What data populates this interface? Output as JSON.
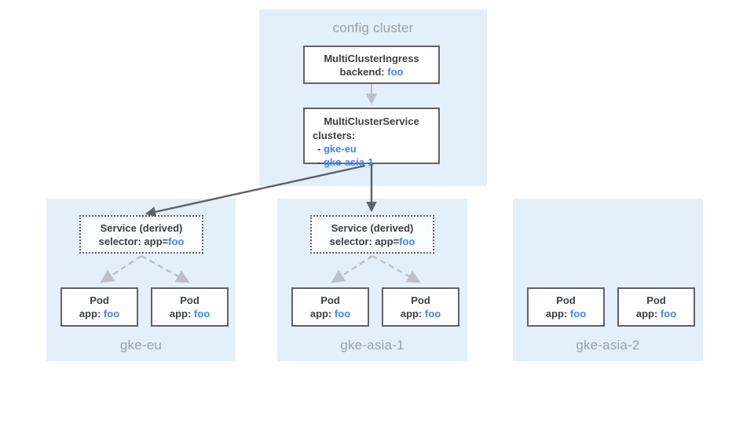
{
  "diagram": {
    "title_text": "config cluster",
    "accent_color": "#4285f4",
    "panel_color": "#e3effb",
    "border_color": "#5f6368",
    "label_color": "#9aa0a6"
  },
  "config_cluster": {
    "label": "config cluster",
    "ingress": {
      "kind": "MultiClusterIngress",
      "field_label": "backend:",
      "field_value": "foo"
    },
    "service": {
      "kind": "MultiClusterService",
      "field_label": "clusters:",
      "cluster_items": [
        {
          "dash": "-",
          "name": "gke-eu"
        },
        {
          "dash": "-",
          "name": "gke-asia-1"
        }
      ]
    }
  },
  "clusters": [
    {
      "label": "gke-eu",
      "service": {
        "title": "Service (derived)",
        "selector_label": "selector: app=",
        "selector_value": "foo"
      },
      "pods": [
        {
          "title": "Pod",
          "label": "app:",
          "value": "foo"
        },
        {
          "title": "Pod",
          "label": "app:",
          "value": "foo"
        }
      ]
    },
    {
      "label": "gke-asia-1",
      "service": {
        "title": "Service (derived)",
        "selector_label": "selector: app=",
        "selector_value": "foo"
      },
      "pods": [
        {
          "title": "Pod",
          "label": "app:",
          "value": "foo"
        },
        {
          "title": "Pod",
          "label": "app:",
          "value": "foo"
        }
      ]
    },
    {
      "label": "gke-asia-2",
      "service": null,
      "pods": [
        {
          "title": "Pod",
          "label": "app:",
          "value": "foo"
        },
        {
          "title": "Pod",
          "label": "app:",
          "value": "foo"
        }
      ]
    }
  ]
}
